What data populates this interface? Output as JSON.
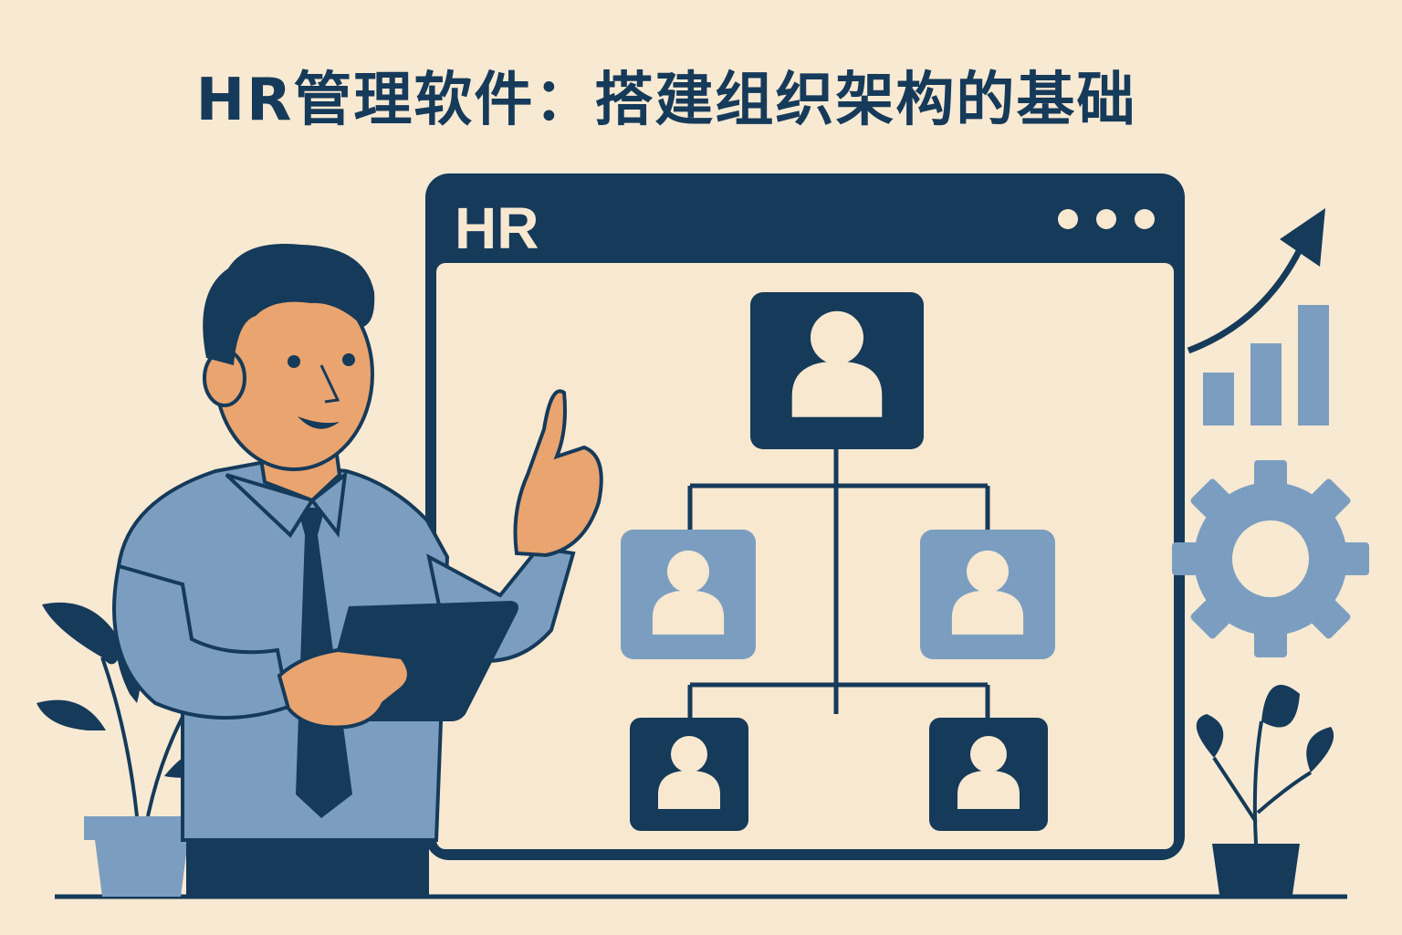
{
  "title": "HR管理软件：搭建组织架构的基础",
  "window": {
    "brand": "HR",
    "menu_icon": "more-dots-icon"
  },
  "org_chart": {
    "levels": [
      {
        "nodes": 1,
        "color": "#153a5a"
      },
      {
        "nodes": 2,
        "color": "#7b9ec0"
      },
      {
        "nodes": 2,
        "color": "#153a5a"
      }
    ]
  },
  "decor": {
    "growth_arrow_icon": "trend-up-arrow-icon",
    "bars_icon": "bar-chart-icon",
    "gear_icon": "gear-icon",
    "plant_icon": "potted-plant-icon"
  },
  "colors": {
    "background": "#f8e9d2",
    "navy": "#153a5a",
    "steel_blue": "#7b9ec0",
    "skin": "#e9a46f",
    "panel": "#f8e8d0"
  }
}
